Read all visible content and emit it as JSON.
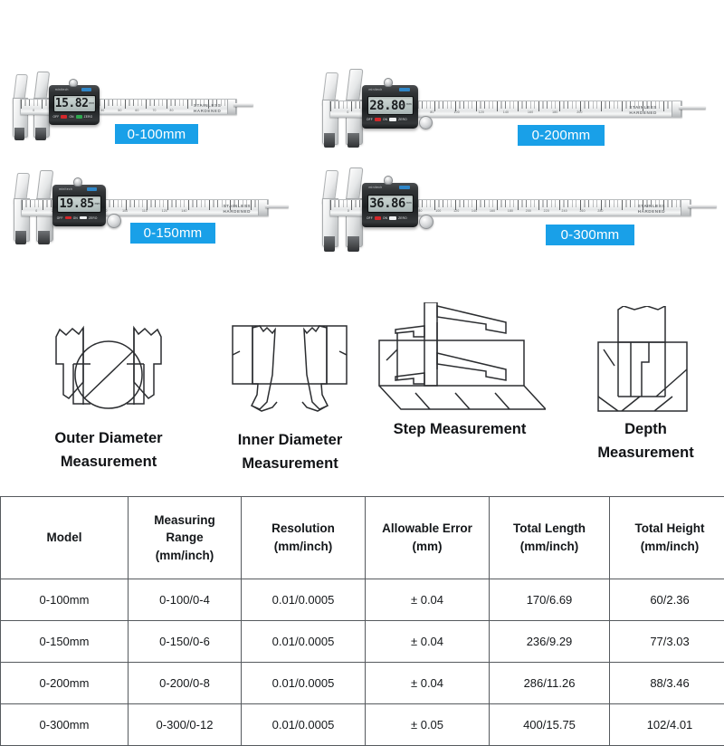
{
  "product": {
    "beam_brand_line1": "STAINLESS",
    "beam_brand_line2": "HARDENED",
    "head_brand": "minitech",
    "head_badge": "IP54",
    "lcd_unit": "mm",
    "btn_off": "OFF",
    "btn_on": "ON",
    "btn_zero": "ZERO"
  },
  "calipers": [
    {
      "id": "caliper-0-100mm",
      "range_badge": "0-100mm",
      "lcd_value": "15.82",
      "scale_numbers": [
        "0",
        "10",
        "20",
        "30",
        "40",
        "50",
        "60",
        "70",
        "80",
        "90",
        "100"
      ]
    },
    {
      "id": "caliper-0-200mm",
      "range_badge": "0-200mm",
      "lcd_value": "28.80",
      "scale_numbers": [
        "0",
        "20",
        "40",
        "60",
        "80",
        "100",
        "120",
        "140",
        "160",
        "180",
        "200"
      ]
    },
    {
      "id": "caliper-0-150mm",
      "range_badge": "0-150mm",
      "lcd_value": "19.85",
      "scale_numbers": [
        "0",
        "20",
        "40",
        "60",
        "80",
        "90",
        "100",
        "110",
        "120",
        "130",
        "140",
        "150"
      ]
    },
    {
      "id": "caliper-0-300mm",
      "range_badge": "0-300mm",
      "lcd_value": "36.86",
      "scale_numbers": [
        "0",
        "20",
        "40",
        "60",
        "80",
        "100",
        "120",
        "140",
        "160",
        "180",
        "200",
        "220",
        "240",
        "260",
        "280",
        "300"
      ]
    }
  ],
  "illustrations": [
    {
      "id": "outer-diameter",
      "label_line1": "Outer Diameter",
      "label_line2": "Measurement"
    },
    {
      "id": "inner-diameter",
      "label_line1": "Inner Diameter",
      "label_line2": "Measurement"
    },
    {
      "id": "step",
      "label_line1": "Step Measurement",
      "label_line2": ""
    },
    {
      "id": "depth",
      "label_line1": "Depth",
      "label_line2": "Measurement"
    }
  ],
  "spec_table": {
    "headers": [
      "Model",
      "Measuring\nRange\n(mm/inch)",
      "Resolution\n(mm/inch)",
      "Allowable Error\n(mm)",
      "Total Length\n(mm/inch)",
      "Total Height\n(mm/inch)"
    ],
    "header_lines": [
      [
        "Model"
      ],
      [
        "Measuring",
        "Range",
        "(mm/inch)"
      ],
      [
        "Resolution",
        "(mm/inch)"
      ],
      [
        "Allowable Error",
        "(mm)"
      ],
      [
        "Total Length",
        "(mm/inch)"
      ],
      [
        "Total Height",
        "(mm/inch)"
      ]
    ],
    "rows": [
      [
        "0-100mm",
        "0-100/0-4",
        "0.01/0.0005",
        "± 0.04",
        "170/6.69",
        "60/2.36"
      ],
      [
        "0-150mm",
        "0-150/0-6",
        "0.01/0.0005",
        "± 0.04",
        "236/9.29",
        "77/3.03"
      ],
      [
        "0-200mm",
        "0-200/0-8",
        "0.01/0.0005",
        "± 0.04",
        "286/11.26",
        "88/3.46"
      ],
      [
        "0-300mm",
        "0-300/0-12",
        "0.01/0.0005",
        "± 0.05",
        "400/15.75",
        "102/4.01"
      ]
    ]
  },
  "colors": {
    "badge_blue": "#19a0e8",
    "badge_text": "#ffffff",
    "table_border": "#565a5e",
    "text_dark": "#14171a",
    "lcd_face": "#c3cfcd",
    "head_body": "#232629",
    "button_red": "#d3282b",
    "button_green": "#2fa84f"
  }
}
